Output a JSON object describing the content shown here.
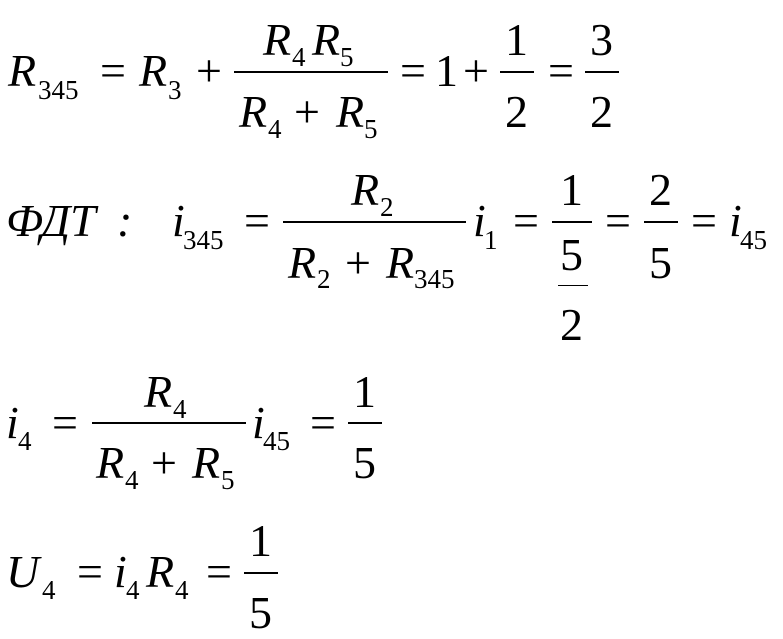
{
  "sym": {
    "R": "R",
    "i": "i",
    "U": "U",
    "eq": "=",
    "plus": "+",
    "colon": ":",
    "fdt": "ФДТ"
  },
  "idx": {
    "s345": "345",
    "s3": "3",
    "s4": "4",
    "s5": "5",
    "s2": "2",
    "s1": "1",
    "s45": "45"
  },
  "num": {
    "n1": "1",
    "n2": "2",
    "n3": "3",
    "n5": "5"
  }
}
